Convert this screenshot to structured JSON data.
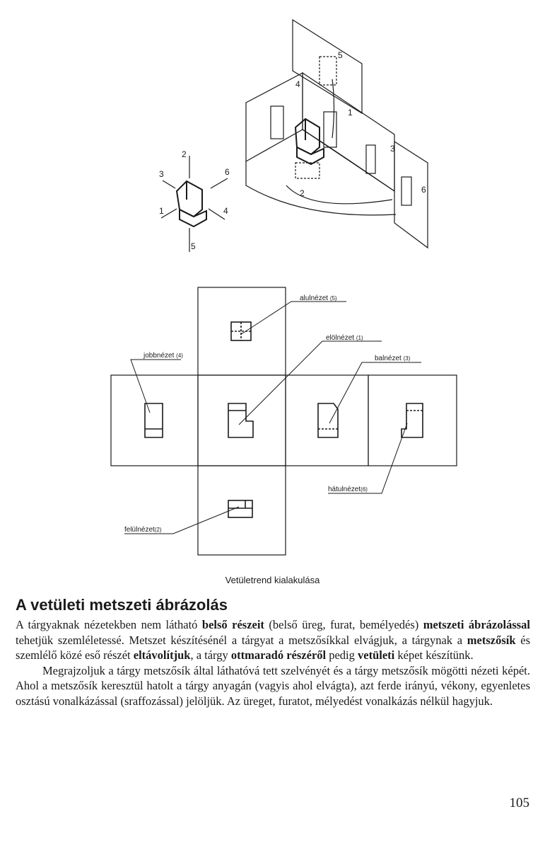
{
  "figure": {
    "view_labels": {
      "alulnezet": "alulnézet",
      "alulnezet_num": "(5)",
      "elolnezet": "elölnézet",
      "elolnezet_num": "(1)",
      "balnezet": "balnézet",
      "balnezet_num": "(3)",
      "jobbnezet": "jobbnézet",
      "jobbnezet_num": "(4)",
      "hatulnezet": "hátulnézet",
      "hatulnezet_num": "(6)",
      "felulnezet": "felülnézet",
      "felulnezet_num": "(2)"
    },
    "small_arrows": [
      "1",
      "2",
      "3",
      "4",
      "5",
      "6"
    ],
    "projection_numbers": [
      "1",
      "2",
      "3",
      "4",
      "5",
      "6"
    ],
    "caption": "Vetületrend kialakulása"
  },
  "section": {
    "title": "A vetületi metszeti ábrázolás",
    "p1": [
      "A tárgyaknak nézetekben nem látható ",
      "belső részeit",
      " (belső üreg, furat, bemélyedés) ",
      "metszeti ábrázolással",
      " tehetjük szemléletessé. Metszet készítésénél a tárgyat a metszősíkkal elvágjuk, a tárgynak a ",
      "metszősík",
      " és szemlélő közé eső részét ",
      "eltávolítjuk",
      ", a tárgy ",
      "ottmaradó részéről",
      " pedig ",
      "vetületi",
      " képet készítünk."
    ],
    "p2": "Megrajzoljuk a tárgy metszősík által láthatóvá tett szelvényét és a tárgy metszősík mögötti nézeti képét. Ahol a metszősík keresztül hatolt a tárgy anyagán (vagyis ahol elvágta), azt ferde irányú, vékony, egyenletes osztású vonalkázással (sraffozással) jelöljük. Az üreget, furatot, mélyedést vonalkázás nélkül hagyjuk."
  },
  "page_number": "105"
}
